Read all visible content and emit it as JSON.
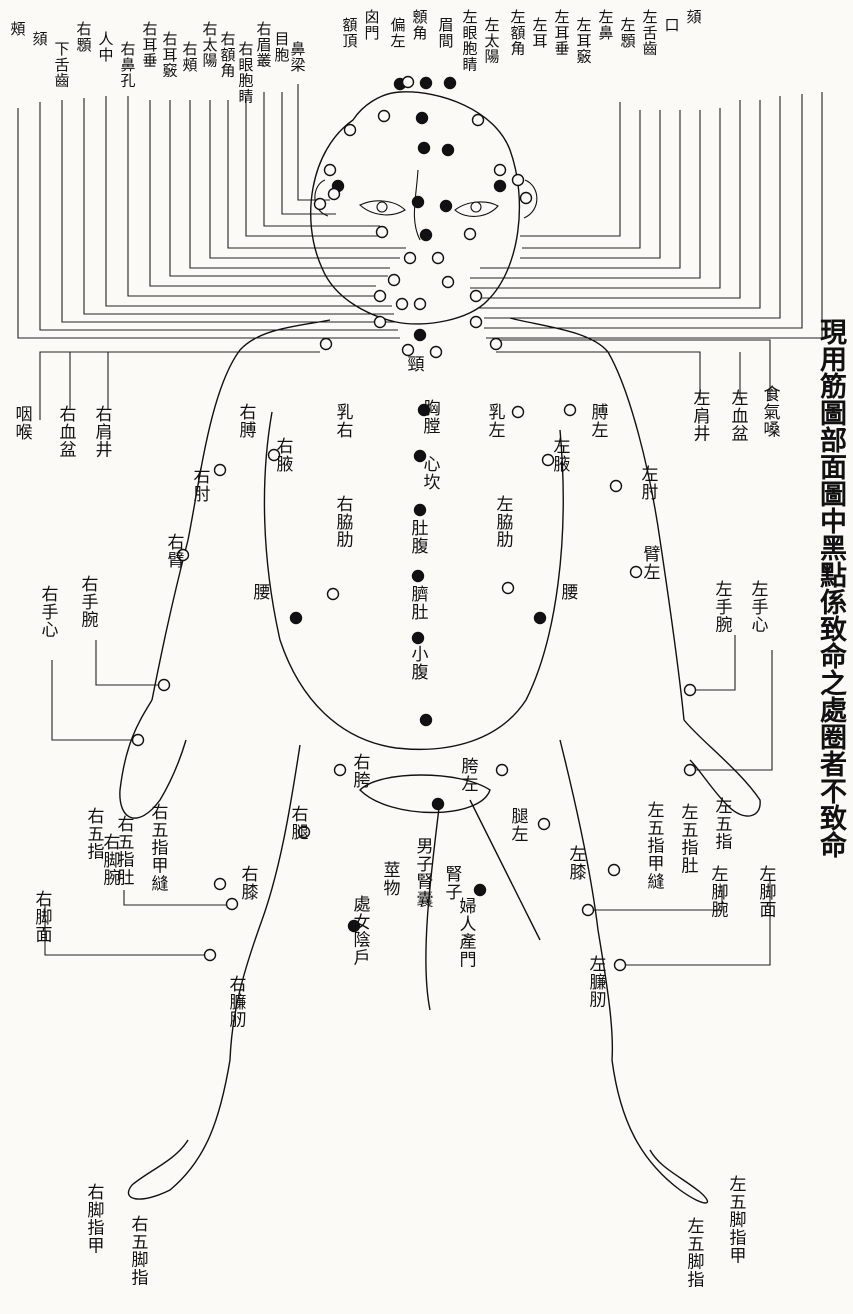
{
  "title": "現用筋圖部面圖中黑點係致命之處圈者不致命",
  "head_labels": [
    "頰",
    "頦",
    "下舌齒",
    "右顋",
    "人中",
    "右鼻孔",
    "右耳垂",
    "右耳竅",
    "右頰",
    "右太陽",
    "右額角",
    "右眼胞睛",
    "右眉叢",
    "目胞",
    "鼻梁",
    "額頂",
    "囟門",
    "偏左",
    "顖角",
    "眉間",
    "左眼胞睛",
    "左太陽",
    "左額角",
    "左耳",
    "左耳垂",
    "左耳竅",
    "左鼻",
    "左顋",
    "左舌齒",
    "口",
    "頦"
  ],
  "body_labels": {
    "throat": "咽喉",
    "r_basin": "右血盆",
    "r_shoulder": "右肩井",
    "l_qi": "食氣嗓",
    "l_basin": "左血盆",
    "l_shoulder": "左肩井",
    "neck": "頸",
    "r_breast": "乳右",
    "l_breast": "乳左",
    "chest": "胸膛",
    "heart": "心坎",
    "r_rib": "右脇肋",
    "l_rib": "左脇肋",
    "belly": "肚腹",
    "navel": "臍肚",
    "lower_belly": "小腹",
    "r_waist": "腰",
    "l_waist": "腰",
    "r_arm": "右膊",
    "r_armpit": "右腋",
    "r_elbow": "右肘",
    "r_forearm": "右臂",
    "l_arm": "膊左",
    "l_armpit": "左腋",
    "l_elbow": "左肘",
    "l_forearm": "臂左",
    "r_palm": "右手心",
    "r_wrist": "右手腕",
    "l_palm": "左手心",
    "l_wrist": "左手腕",
    "r_fingers": "右五指",
    "r_finger_belly": "右五指肚",
    "r_nail": "右五指甲縫",
    "l_fingers": "左五指",
    "l_finger_belly": "左五指肚",
    "l_nail": "左五指甲縫",
    "r_groin": "右胯",
    "l_groin": "胯左",
    "r_thigh": "右腿",
    "l_thigh": "腿左",
    "male": "男子腎囊",
    "female_k": "腎子",
    "female": "婦人產門",
    "cords": "莖物",
    "virgin": "處女陰戶",
    "r_knee": "右膝",
    "l_knee": "左膝",
    "r_shin": "右臁肕",
    "l_shin": "左臁肕",
    "r_instep": "右脚面",
    "r_ankle": "右脚腕",
    "l_instep": "左脚面",
    "l_ankle": "左脚腕",
    "r_toenail": "右脚指甲",
    "r_toe": "右五脚指",
    "l_toenail": "左五脚指甲",
    "l_toe": "左五脚指"
  }
}
